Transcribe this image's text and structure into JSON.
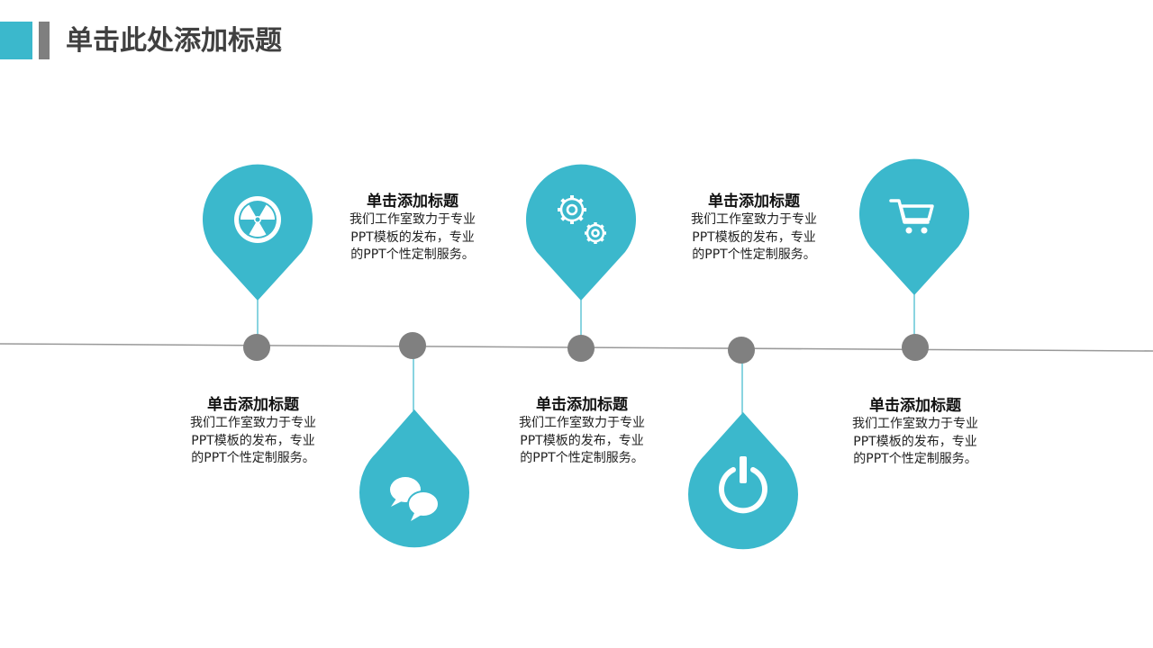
{
  "header": {
    "title": "单击此处添加标题",
    "accent_color": "#3BB8CC",
    "bar_color": "#7F7F7F"
  },
  "timeline": {
    "line_color": "#999999",
    "dot_color": "#808080",
    "marker_color": "#3BB8CC",
    "items": [
      {
        "icon": "radiation-icon",
        "marker_position": "above",
        "title": "单击添加标题",
        "body": "我们工作室致力于专业PPT模板的发布，专业的PPT个性定制服务。",
        "text_position": "below"
      },
      {
        "icon": "chat-bubbles-icon",
        "marker_position": "below",
        "title": "单击添加标题",
        "body": "我们工作室致力于专业PPT模板的发布，专业的PPT个性定制服务。",
        "text_position": "above"
      },
      {
        "icon": "gears-icon",
        "marker_position": "above",
        "title": "单击添加标题",
        "body": "我们工作室致力于专业PPT模板的发布，专业的PPT个性定制服务。",
        "text_position": "below"
      },
      {
        "icon": "power-icon",
        "marker_position": "below",
        "title": "单击添加标题",
        "body": "我们工作室致力于专业PPT模板的发布，专业的PPT个性定制服务。",
        "text_position": "above"
      },
      {
        "icon": "shopping-cart-icon",
        "marker_position": "above",
        "title": "单击添加标题",
        "body": "我们工作室致力于专业PPT模板的发布，专业的PPT个性定制服务。",
        "text_position": "below"
      }
    ]
  }
}
